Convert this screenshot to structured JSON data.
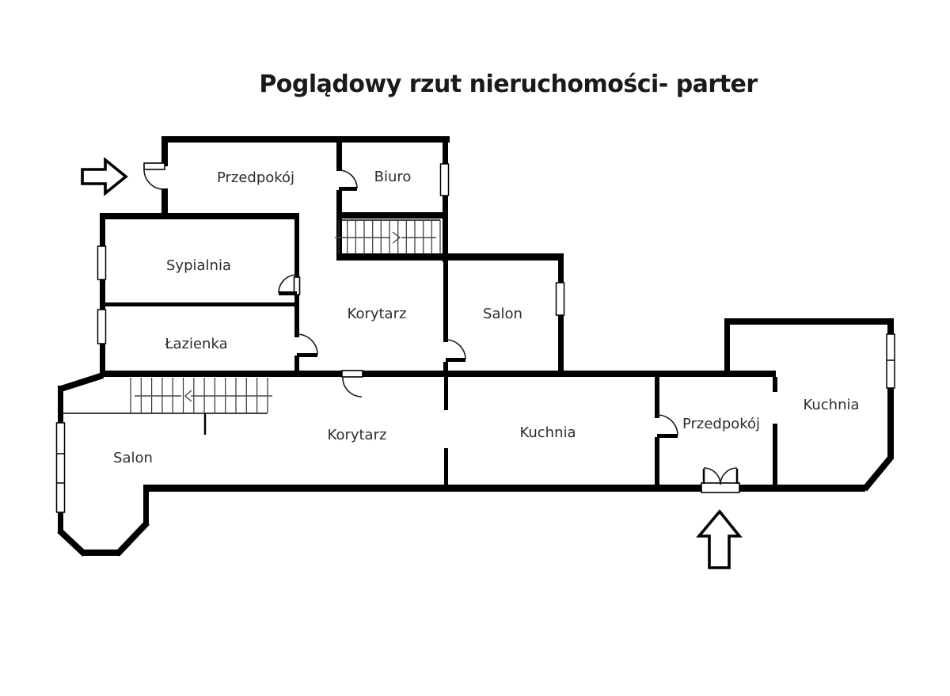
{
  "title": {
    "text": "Poglądowy rzut nieruchomości- parter"
  },
  "floor": "parter",
  "rooms": [
    {
      "id": "przedpokoj-gorny",
      "label": "Przedpokój"
    },
    {
      "id": "biuro",
      "label": "Biuro"
    },
    {
      "id": "sypialnia",
      "label": "Sypialnia"
    },
    {
      "id": "lazienka",
      "label": "Łazienka"
    },
    {
      "id": "korytarz-gorny",
      "label": "Korytarz"
    },
    {
      "id": "salon-gorny",
      "label": "Salon"
    },
    {
      "id": "salon-dolny",
      "label": "Salon"
    },
    {
      "id": "korytarz-dolny",
      "label": "Korytarz"
    },
    {
      "id": "kuchnia-dolna",
      "label": "Kuchnia"
    },
    {
      "id": "przedpokoj-prawy",
      "label": "Przedpokój"
    },
    {
      "id": "kuchnia-prawa",
      "label": "Kuchnia"
    }
  ],
  "entrances": [
    {
      "id": "west-entrance-arrow",
      "direction": "right"
    },
    {
      "id": "south-entrance-arrow",
      "direction": "up"
    }
  ],
  "stairs": [
    {
      "id": "stairs-upper",
      "steps": 12,
      "arrow_direction": "right"
    },
    {
      "id": "stairs-lower",
      "steps": 13,
      "arrow_direction": "left"
    }
  ],
  "colors": {
    "wall": "#000000",
    "background": "#ffffff",
    "label": "#2d2d2d"
  }
}
